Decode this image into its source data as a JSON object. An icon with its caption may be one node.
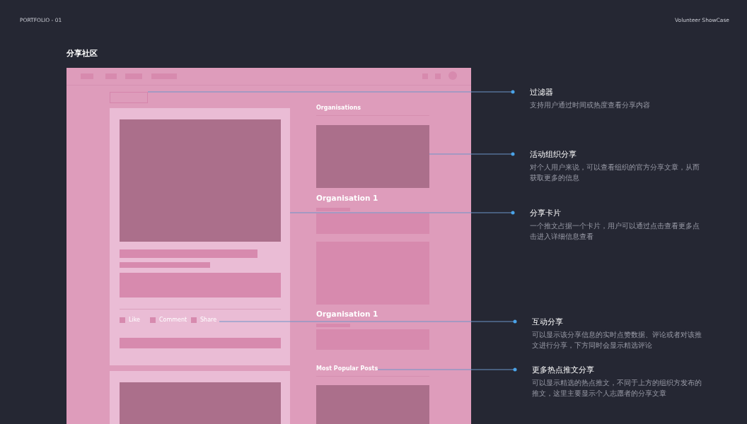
{
  "diagram": {
    "title": "分享社区",
    "nodes": [
      {
        "text": [],
        "shape": "box"
      },
      {
        "text": [],
        "shape": "box",
        "in": 0
      },
      {
        "text": [],
        "shape": "box",
        "in": 0
      },
      {
        "text": [
          "Like",
          "Comment",
          "Share"
        ],
        "in": 2
      },
      {
        "text": [],
        "shape": "box",
        "in": 0
      },
      {
        "text": [
          "Organisations",
          "Organisation 1",
          "Organisation 1"
        ],
        "in": 0
      },
      {
        "text": [
          "Most Popular Posts"
        ],
        "in": 0
      },
      {
        "text": [
          "过滤器",
          "支持用户通过时间或热度查看分享内容"
        ]
      },
      {
        "text": [
          "活动组织分享",
          "对个人用户来说，可以查看组织的官方分享文章，从而获取更多的信息"
        ]
      },
      {
        "text": [
          "分享卡片",
          "一个推文占据一个卡片，用户可以通过点击查看更多点击进入详细信息查看"
        ]
      },
      {
        "text": [
          "互动分享",
          "可以显示该分享信息的实时点赞数据、评论或者对该推文进行分享，下方同时会显示精选评论"
        ]
      },
      {
        "text": [
          "更多热点推文分享",
          "可以显示精选的热点推文，不同于上方的组织方发布的推文，这里主要显示个人志愿者的分享文章"
        ]
      }
    ],
    "edges": [
      {
        "from": 7,
        "to": 1,
        "arrow": "other"
      },
      {
        "from": 8,
        "to": 5,
        "arrow": "other"
      },
      {
        "from": 9,
        "to": 2,
        "arrow": "other"
      },
      {
        "from": 10,
        "to": 3,
        "arrow": "other"
      },
      {
        "from": 11,
        "to": 6,
        "arrow": "other"
      }
    ],
    "labels": [
      "PORTFOLIO - 01",
      "Volunteer ShowCase"
    ]
  }
}
